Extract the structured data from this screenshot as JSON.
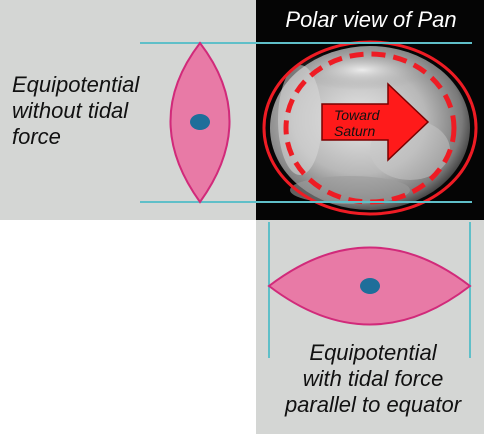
{
  "photo_title": "Polar view of Pan",
  "left_caption": [
    "Equipotential",
    "without tidal",
    "force"
  ],
  "right_caption": [
    "Equipotential",
    "with tidal force",
    "parallel to equator"
  ],
  "arrow_label": [
    "Toward",
    "Saturn"
  ],
  "colors": {
    "panel_gray": "#d4d6d4",
    "lens_fill": "#e87aa6",
    "lens_stroke": "#d12a7a",
    "dot": "#1f6e9a",
    "guide_lines": "#5fbfc8",
    "red_outline": "#ee1c24",
    "arrow_fill": "#ff1a1a"
  }
}
